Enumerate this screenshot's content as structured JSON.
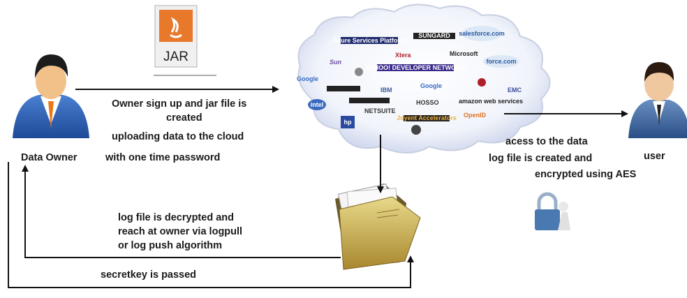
{
  "nodes": {
    "data_owner": "Data Owner",
    "user": "user",
    "jar_icon_text": "JAR"
  },
  "labels": {
    "owner_signup": [
      "Owner sign up and jar file is",
      "created"
    ],
    "uploading": [
      "uploading data to the cloud",
      "with one  time password"
    ],
    "access": [
      "acess to the data",
      "log file is created and",
      "encrypted  using AES"
    ],
    "decrypted": [
      "log file is decrypted and",
      "reach at owner via logpull",
      "or log push algorithm"
    ],
    "secretkey": "secretkey is passed"
  },
  "cloud_logos": [
    "Azure Services Platform",
    "SUNGARD",
    "salesforce.com",
    "Sun",
    "Xtera",
    "Microsoft",
    "force.com",
    "YAHOO! DEVELOPER NETWORK",
    "Google",
    "IBM",
    "Google",
    "amazon web services",
    "EMC",
    "HOSSO",
    "NETSUITE",
    "Joyent Accelerators",
    "OpenID",
    "intel",
    "hp"
  ],
  "icons": [
    "jar-file-icon",
    "data-owner-person-icon",
    "user-person-icon",
    "cloud-icon",
    "folder-icon",
    "padlock-icon"
  ]
}
